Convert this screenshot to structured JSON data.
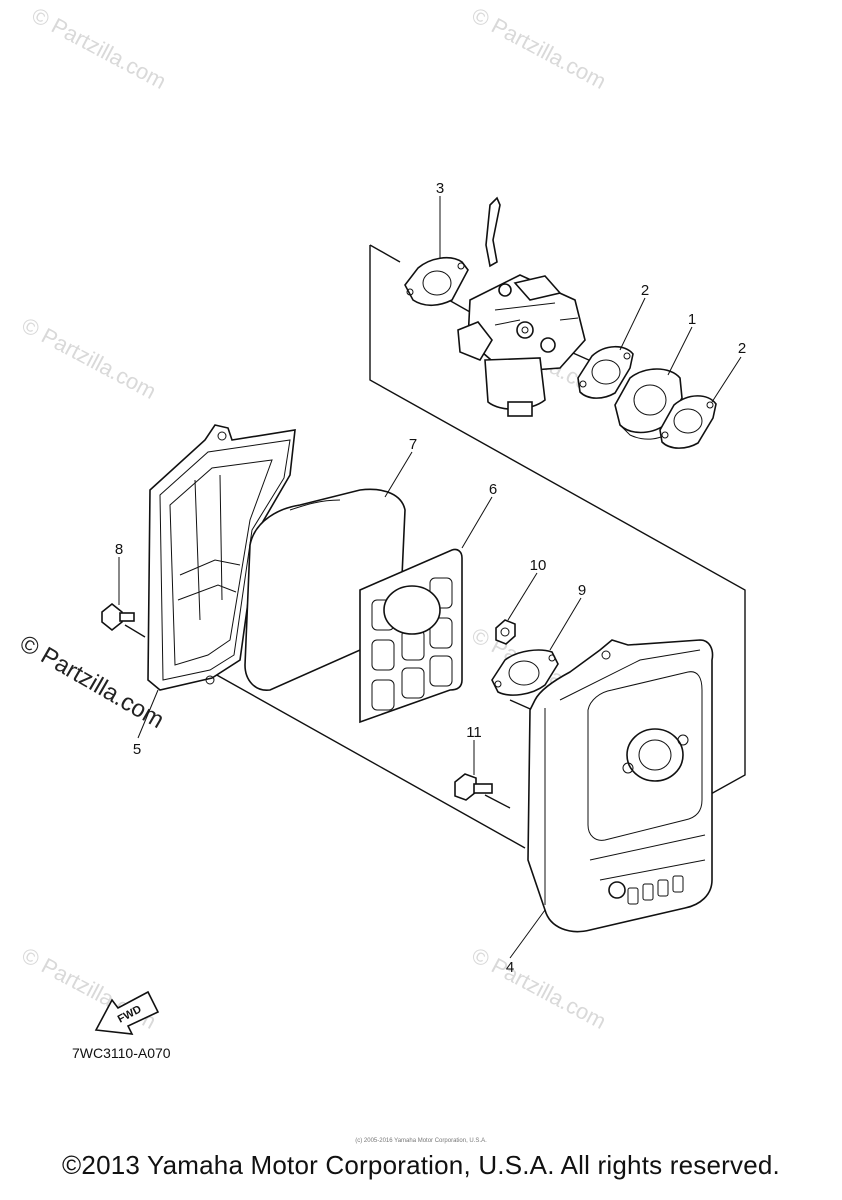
{
  "diagram": {
    "callouts": {
      "c1": "1",
      "c2a": "2",
      "c2b": "2",
      "c3": "3",
      "c4": "4",
      "c5": "5",
      "c6": "6",
      "c7": "7",
      "c8": "8",
      "c9": "9",
      "c10": "10",
      "c11": "11"
    },
    "drawing_code": "7WC3110-A070",
    "fwd_label": "FWD",
    "small_copyright": "(c) 2005-2016 Yamaha Motor Corporation, U.S.A.",
    "watermark_text": "© Partzilla.com",
    "copyright": "©2013 Yamaha Motor Corporation, U.S.A. All rights reserved."
  }
}
